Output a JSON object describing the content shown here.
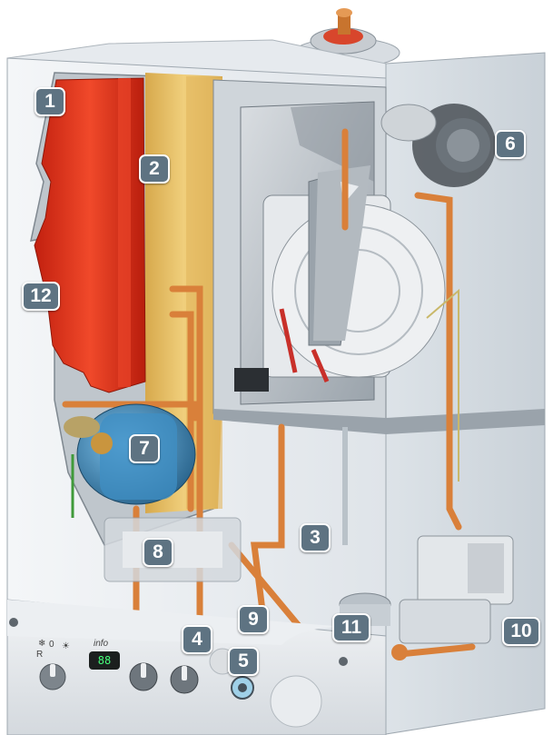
{
  "figure": {
    "callouts": [
      {
        "id": "1",
        "label": "1"
      },
      {
        "id": "2",
        "label": "2"
      },
      {
        "id": "3",
        "label": "3"
      },
      {
        "id": "4",
        "label": "4"
      },
      {
        "id": "5",
        "label": "5"
      },
      {
        "id": "6",
        "label": "6"
      },
      {
        "id": "7",
        "label": "7"
      },
      {
        "id": "8",
        "label": "8"
      },
      {
        "id": "9",
        "label": "9"
      },
      {
        "id": "10",
        "label": "10"
      },
      {
        "id": "11",
        "label": "11"
      },
      {
        "id": "12",
        "label": "12"
      }
    ],
    "control_panel": {
      "mode_labels": {
        "reset": "R",
        "off": "0",
        "summer": "☀",
        "winter": "❄"
      },
      "info_label": "info",
      "display_value": "88"
    }
  },
  "colors": {
    "badge_fill": "#5e7382",
    "expansion_vessel": "#e63a22",
    "insulation": "#e9c36a",
    "copper_pipe": "#d9803a",
    "pump": "#3f8fc4",
    "casing": "#eef1f4"
  }
}
